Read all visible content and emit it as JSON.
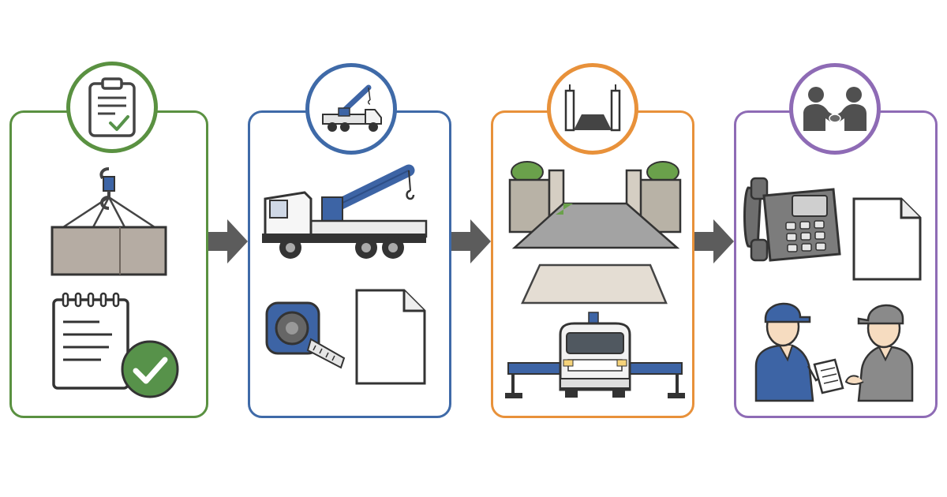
{
  "diagram": {
    "type": "process-flow",
    "colors": {
      "step1": "#5a9141",
      "step2": "#3f6aa8",
      "step3": "#e8913a",
      "step4": "#8e6bb5",
      "arrow": "#5c5c5c",
      "steel_blue": "#3d64a5",
      "gray_fill": "#b5aca3",
      "check_green": "#57924a"
    },
    "steps": [
      {
        "key": "step1",
        "badge_icon": "clipboard-check-icon",
        "items": [
          "suspended-load-icon",
          "notepad-checklist-icon",
          "green-check-icon"
        ]
      },
      {
        "key": "step2",
        "badge_icon": "crane-truck-small-icon",
        "items": [
          "crane-truck-icon",
          "tape-measure-icon",
          "document-icon"
        ]
      },
      {
        "key": "step3",
        "badge_icon": "entrance-gate-small-icon",
        "items": [
          "site-entrance-icon",
          "ground-area-icon",
          "outrigger-truck-icon"
        ]
      },
      {
        "key": "step4",
        "badge_icon": "handshake-icon",
        "items": [
          "desk-phone-icon",
          "document-icon",
          "workers-discussion-icon"
        ]
      }
    ]
  }
}
